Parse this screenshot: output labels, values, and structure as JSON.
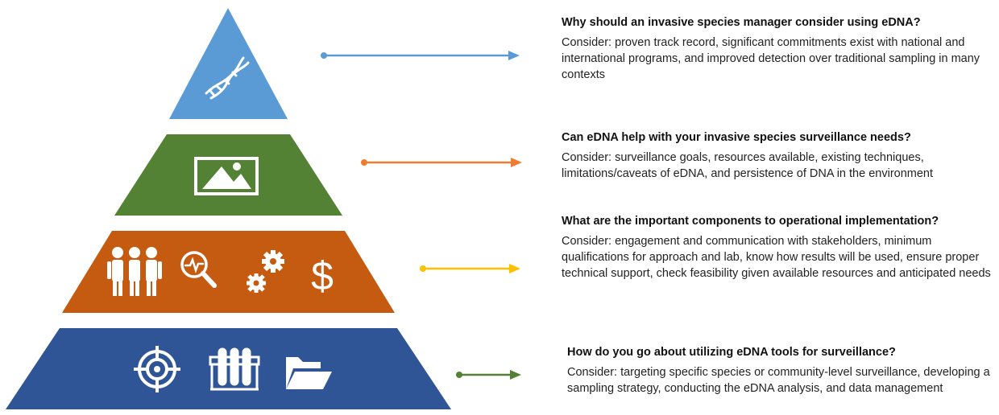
{
  "colors": {
    "tier1": "#5b9bd5",
    "tier2": "#548235",
    "tier3": "#c55a11",
    "tier4": "#2f5597",
    "arrow1": "#5b9bd5",
    "arrow2": "#ed7d31",
    "arrow3": "#ffc000",
    "arrow4": "#548235"
  },
  "tiers": [
    {
      "icons": [
        "dna-icon"
      ],
      "question": "Why should an invasive species manager consider using eDNA?",
      "consider": "Consider: proven track record, significant commitments exist with national and international programs, and improved detection over traditional sampling in many contexts"
    },
    {
      "icons": [
        "image-icon"
      ],
      "question": "Can eDNA help with your invasive species surveillance needs?",
      "consider": "Consider: surveillance goals, resources available, existing techniques, limitations/caveats of eDNA, and persistence of DNA in the environment"
    },
    {
      "icons": [
        "people-icon",
        "magnify-chart-icon",
        "gears-icon",
        "dollar-icon"
      ],
      "question": "What are the important components to operational implementation?",
      "consider": "Consider: engagement and communication with stakeholders, minimum qualifications for approach and lab, know how results will be used, ensure proper technical support, check feasibility given available resources and anticipated needs"
    },
    {
      "icons": [
        "target-icon",
        "test-tubes-icon",
        "folder-icon"
      ],
      "question": "How do you go about utilizing eDNA tools for surveillance?",
      "consider": "Consider: targeting specific species or community-level surveillance, developing a sampling strategy, conducting the eDNA analysis, and data management"
    }
  ]
}
